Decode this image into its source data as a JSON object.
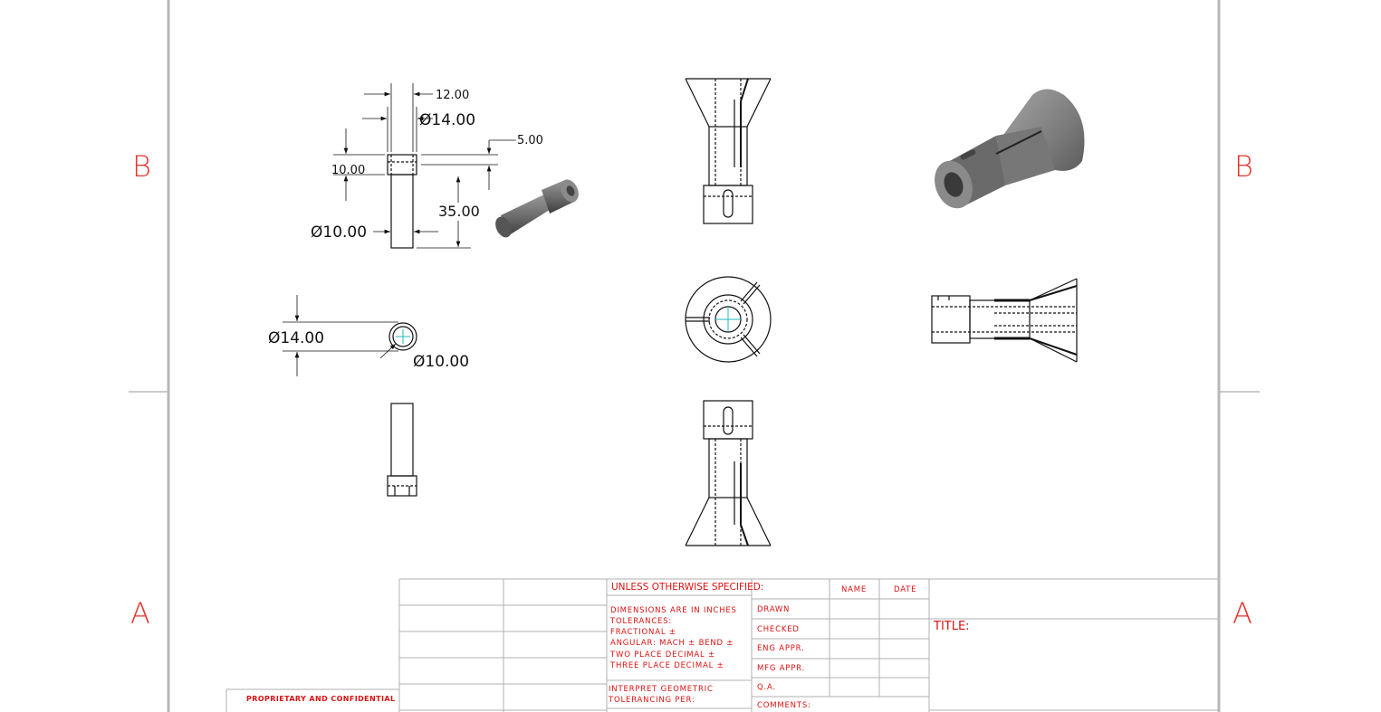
{
  "sheet": {
    "zone_labels": {
      "left_upper": "B",
      "left_lower": "A",
      "right_upper": "B",
      "right_lower": "A"
    }
  },
  "drawing": {
    "pin_dims": {
      "d1": "12.00",
      "d2": "Ø14.00",
      "d3": "5.00",
      "d4": "10.00",
      "d5": "35.00",
      "d6": "Ø10.00"
    },
    "pin_top_dims": {
      "d1": "Ø14.00",
      "d2": "Ø10.00"
    }
  },
  "title_block": {
    "unless": "UNLESS OTHERWISE SPECIFIED:",
    "notes": [
      "DIMENSIONS ARE IN INCHES",
      "TOLERANCES:",
      "FRACTIONAL ±",
      "ANGULAR: MACH ±    BEND ±",
      "TWO PLACE DECIMAL    ±",
      "THREE PLACE DECIMAL   ±"
    ],
    "interpret": [
      "INTERPRET GEOMETRIC",
      "TOLERANCING PER:"
    ],
    "col_name": "NAME",
    "col_date": "DATE",
    "rows": [
      "DRAWN",
      "CHECKED",
      "ENG APPR.",
      "MFG APPR.",
      "Q.A.",
      "COMMENTS:"
    ],
    "title_label": "TITLE:",
    "proprietary": "PROPRIETARY AND CONFIDENTIAL"
  }
}
